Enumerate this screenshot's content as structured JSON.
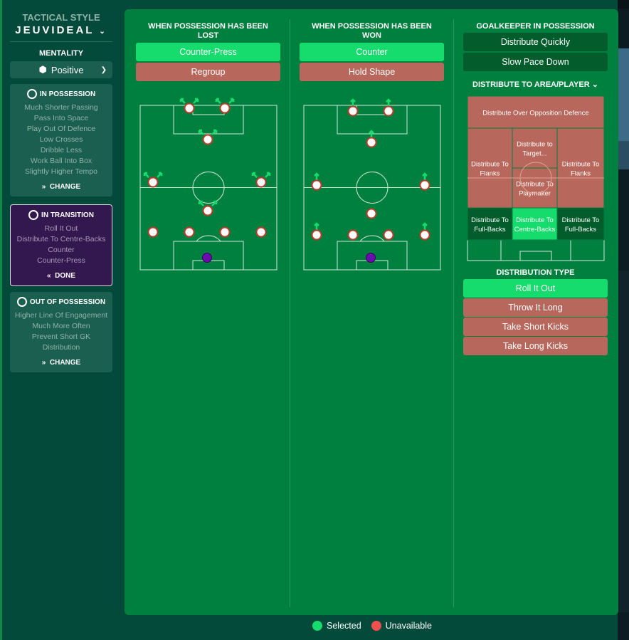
{
  "sidebar": {
    "tactical_style_label": "TACTICAL STYLE",
    "tactical_style_name": "JEUVIDEAL",
    "mentality_label": "MENTALITY",
    "mentality_value": "Positive",
    "cards": [
      {
        "title": "IN POSSESSION",
        "items": [
          "Much Shorter Passing",
          "Pass Into Space",
          "Play Out Of Defence",
          "Low Crosses",
          "Dribble Less",
          "Work Ball Into Box",
          "Slightly Higher Tempo"
        ],
        "action": "CHANGE",
        "icon": "chevron-double-right"
      },
      {
        "title": "IN TRANSITION",
        "items": [
          "Roll It Out",
          "Distribute To Centre-Backs",
          "Counter",
          "Counter-Press"
        ],
        "action": "DONE",
        "icon": "chevron-double-left"
      },
      {
        "title": "OUT OF POSSESSION",
        "items": [
          "Higher Line Of Engagement",
          "Much More Often",
          "Prevent Short GK",
          "Distribution"
        ],
        "action": "CHANGE",
        "icon": "chevron-double-right"
      }
    ]
  },
  "lost": {
    "title": "WHEN POSSESSION HAS BEEN LOST",
    "options": [
      {
        "label": "Counter-Press",
        "state": "selected"
      },
      {
        "label": "Regroup",
        "state": "unavailable"
      }
    ]
  },
  "won": {
    "title": "WHEN POSSESSION HAS BEEN WON",
    "options": [
      {
        "label": "Counter",
        "state": "selected"
      },
      {
        "label": "Hold Shape",
        "state": "unavailable"
      }
    ]
  },
  "gk": {
    "title": "GOALKEEPER IN POSSESSION",
    "options": [
      {
        "label": "Distribute Quickly",
        "state": "normal"
      },
      {
        "label": "Slow Pace Down",
        "state": "normal"
      }
    ],
    "area_title": "DISTRIBUTE TO AREA/PLAYER",
    "zones": {
      "over": "Distribute Over Opposition Defence",
      "flank_l": [
        "Distribute To",
        "Flanks"
      ],
      "target": [
        "Distribute to",
        "Target..."
      ],
      "flank_r": [
        "Distribute To",
        "Flanks"
      ],
      "playmaker": [
        "Distribute To",
        "Playmaker"
      ],
      "fb_l": [
        "Distribute To",
        "Full-Backs"
      ],
      "cb": [
        "Distribute To",
        "Centre-Backs"
      ],
      "fb_r": [
        "Distribute To",
        "Full-Backs"
      ]
    },
    "type_title": "DISTRIBUTION TYPE",
    "types": [
      {
        "label": "Roll It Out",
        "state": "selected"
      },
      {
        "label": "Throw It Long",
        "state": "unavailable"
      },
      {
        "label": "Take Short Kicks",
        "state": "unavailable"
      },
      {
        "label": "Take Long Kicks",
        "state": "unavailable"
      }
    ]
  },
  "legend": {
    "selected": "Selected",
    "unavailable": "Unavailable"
  },
  "colors": {
    "selected": "#15dc6c",
    "unavailable": "#b7675b",
    "legend_unavailable": "#f05050",
    "pitch": "#00803f",
    "gk": "#6a0dad"
  }
}
